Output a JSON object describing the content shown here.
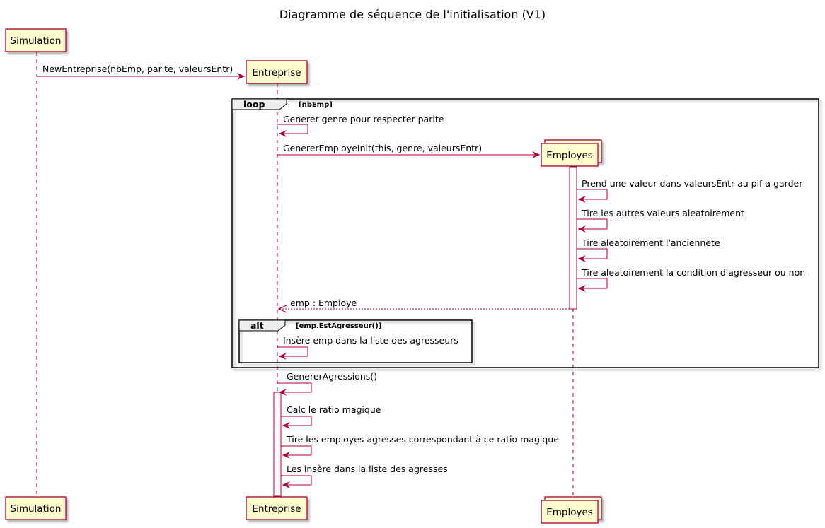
{
  "title": "Diagramme de séquence de l'initialisation (V1)",
  "participants": {
    "simulation": "Simulation",
    "entreprise": "Entreprise",
    "employes": "Employes"
  },
  "messages": {
    "new_entreprise": "NewEntreprise(nbEmp, parite, valeursEntr)",
    "generer_genre": "Generer genre pour respecter parite",
    "generer_employe": "GenererEmployeInit(this, genre, valeursEntr)",
    "prend_valeur": "Prend une valeur dans valeursEntr au pif a garder",
    "tire_autres": "Tire les autres valeurs aleatoirement",
    "tire_anciennete": "Tire aleatoirement l'anciennete",
    "tire_condition": "Tire aleatoirement la condition d'agresseur ou non",
    "return_emp": "emp : Employe",
    "insere_agresseur": "Insère emp dans la liste des agresseurs",
    "generer_agressions": "GenererAgressions()",
    "calc_ratio": "Calc le ratio magique",
    "tire_agresses": "Tire les employes agresses correspondant à ce ratio magique",
    "insere_agresses": "Les insère dans la liste des agresses"
  },
  "fragments": {
    "loop": {
      "label": "loop",
      "guard": "[nbEmp]"
    },
    "alt": {
      "label": "alt",
      "guard": "[emp.EstAgresseur()]"
    }
  },
  "colors": {
    "participant_fill": "#FEFECE",
    "border": "#A80036",
    "fragment_label_fill": "#EEEEEE"
  }
}
